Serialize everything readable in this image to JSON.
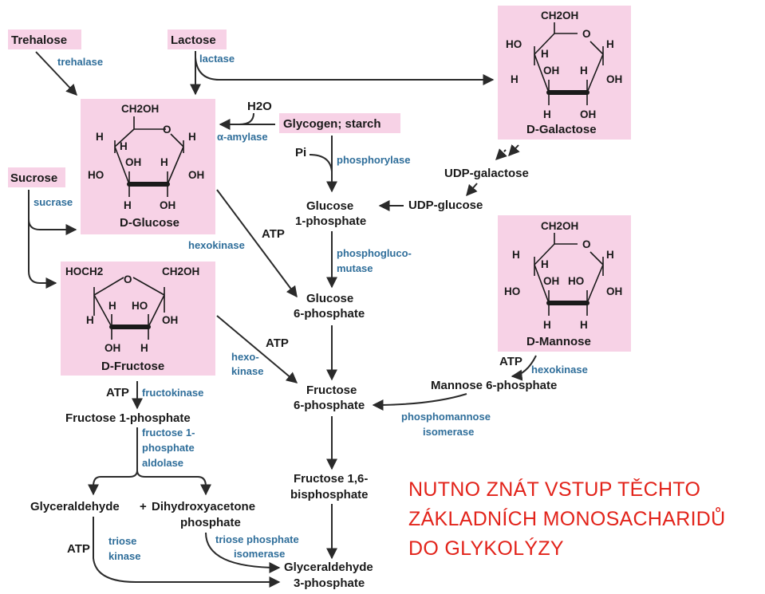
{
  "tags": {
    "trehalose": "Trehalose",
    "lactose": "Lactose",
    "sucrose": "Sucrose",
    "glycogen": "Glycogen; starch"
  },
  "enzymes": {
    "trehalase": "trehalase",
    "lactase": "lactase",
    "sucrase": "sucrase",
    "amylase": "α-amylase",
    "phosphorylase": "phosphorylase",
    "hexokinase_glucose": "hexokinase",
    "phosphoglucomutase_1": "phosphogluco-",
    "phosphoglucomutase_2": "mutase",
    "hexokinase_fructose_1": "hexo-",
    "hexokinase_fructose_2": "kinase",
    "fructokinase": "fructokinase",
    "f1p_aldolase_1": "fructose 1-",
    "f1p_aldolase_2": "phosphate",
    "f1p_aldolase_3": "aldolase",
    "hexokinase_mannose": "hexokinase",
    "phosphomannose_1": "phosphomannose",
    "phosphomannose_2": "isomerase",
    "triose_kinase_1": "triose",
    "triose_kinase_2": "kinase",
    "tpi_1": "triose phosphate",
    "tpi_2": "isomerase"
  },
  "cofactors": {
    "h2o": "H2O",
    "pi": "Pi",
    "atp": "ATP"
  },
  "sugars": {
    "glucose": "D-Glucose",
    "galactose": "D-Galactose",
    "mannose": "D-Mannose",
    "fructose": "D-Fructose"
  },
  "metabolites": {
    "g1p_1": "Glucose",
    "g1p_2": "1-phosphate",
    "g6p_1": "Glucose",
    "g6p_2": "6-phosphate",
    "f6p_1": "Fructose",
    "f6p_2": "6-phosphate",
    "fbp_1": "Fructose 1,6-",
    "fbp_2": "bisphosphate",
    "ga3p_1": "Glyceraldehyde",
    "ga3p_2": "3-phosphate",
    "udp_galactose": "UDP-galactose",
    "udp_glucose": "UDP-glucose",
    "m6p": "Mannose 6-phosphate",
    "f1p": "Fructose 1-phosphate",
    "glyceraldehyde": "Glyceraldehyde",
    "plus": "+",
    "dhap_1": "Dihydroxyacetone",
    "dhap_2": "phosphate"
  },
  "atoms": {
    "ch2oh": "CH2OH",
    "hoch2": "HOCH2",
    "o": "O",
    "h": "H",
    "oh": "OH",
    "ho": "HO"
  },
  "note": {
    "line1": "NUTNO ZNÁT VSTUP TĚCHTO",
    "line2": "ZÁKLADNÍCH MONOSACHARIDŮ",
    "line3": "DO GLYKOLÝZY"
  },
  "colors": {
    "highlight_box": "#f7d2e6",
    "enzyme_text": "#2f6e9a",
    "note_text": "#e2231a"
  }
}
